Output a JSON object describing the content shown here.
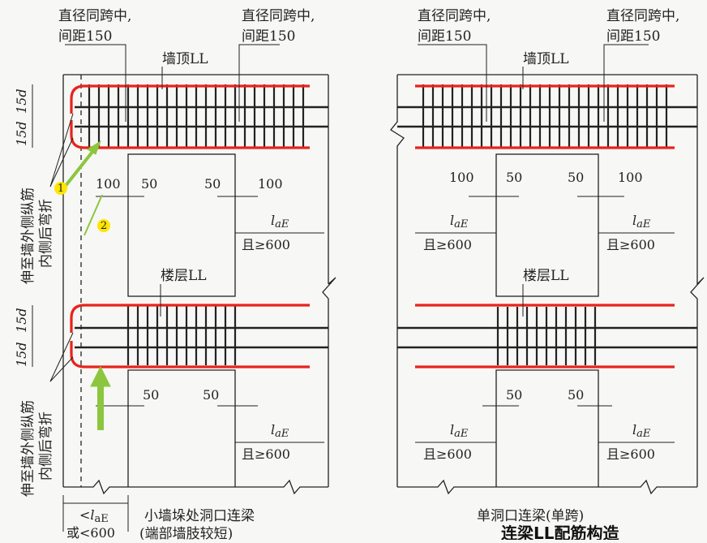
{
  "left_panel": {
    "note_top_left": [
      "直径同跨中,",
      "间距150"
    ],
    "note_top_right": [
      "直径同跨中,",
      "间距150"
    ],
    "top_beam_label": "墙顶LL",
    "floor_beam_label": "楼层LL",
    "dims_top": {
      "a": "100",
      "b": "50",
      "c": "50",
      "d": "100"
    },
    "dims_bottom": {
      "a": "50",
      "b": "50"
    },
    "lae_top": {
      "l": "l",
      "sub": "aE",
      "cond": "且≥600"
    },
    "lae_bottom": {
      "l": "l",
      "sub": "aE",
      "cond": "且≥600"
    },
    "side_15d": [
      "15d",
      "15d",
      "15d",
      "15d"
    ],
    "vertical_note_top": [
      "伸至墙外侧纵筋",
      "内侧后弯折"
    ],
    "vertical_note_bottom": [
      "伸至墙外侧纵筋",
      "内侧后弯折"
    ],
    "bottom_dim": {
      "line1_prefix": "<",
      "line1_l": "l",
      "line1_sub": "aE",
      "line2": "或<600"
    },
    "caption_line1": "小墙垛处洞口连梁",
    "caption_line2": "(端部墙肢较短)",
    "markers": [
      "1",
      "2"
    ],
    "colors": {
      "rebar_red": "#e8231c",
      "rebar_dark": "#222222",
      "arrow_green": "#8cc63f",
      "marker_yellow": "#ffe600"
    }
  },
  "right_panel": {
    "note_top_left": [
      "直径同跨中,",
      "间距150"
    ],
    "note_top_right": [
      "直径同跨中,",
      "间距150"
    ],
    "top_beam_label": "墙顶LL",
    "floor_beam_label": "楼层LL",
    "dims_top": {
      "a": "100",
      "b": "50",
      "c": "50",
      "d": "100"
    },
    "dims_bottom": {
      "a": "50",
      "b": "50"
    },
    "lae_labels": [
      {
        "l": "l",
        "sub": "aE",
        "cond": "且≥600"
      },
      {
        "l": "l",
        "sub": "aE",
        "cond": "且≥600"
      },
      {
        "l": "l",
        "sub": "aE",
        "cond": "且≥600"
      },
      {
        "l": "l",
        "sub": "aE",
        "cond": "且≥600"
      }
    ],
    "caption": "单洞口连梁(单跨)"
  },
  "footer_title": "连梁LL配筋构造"
}
